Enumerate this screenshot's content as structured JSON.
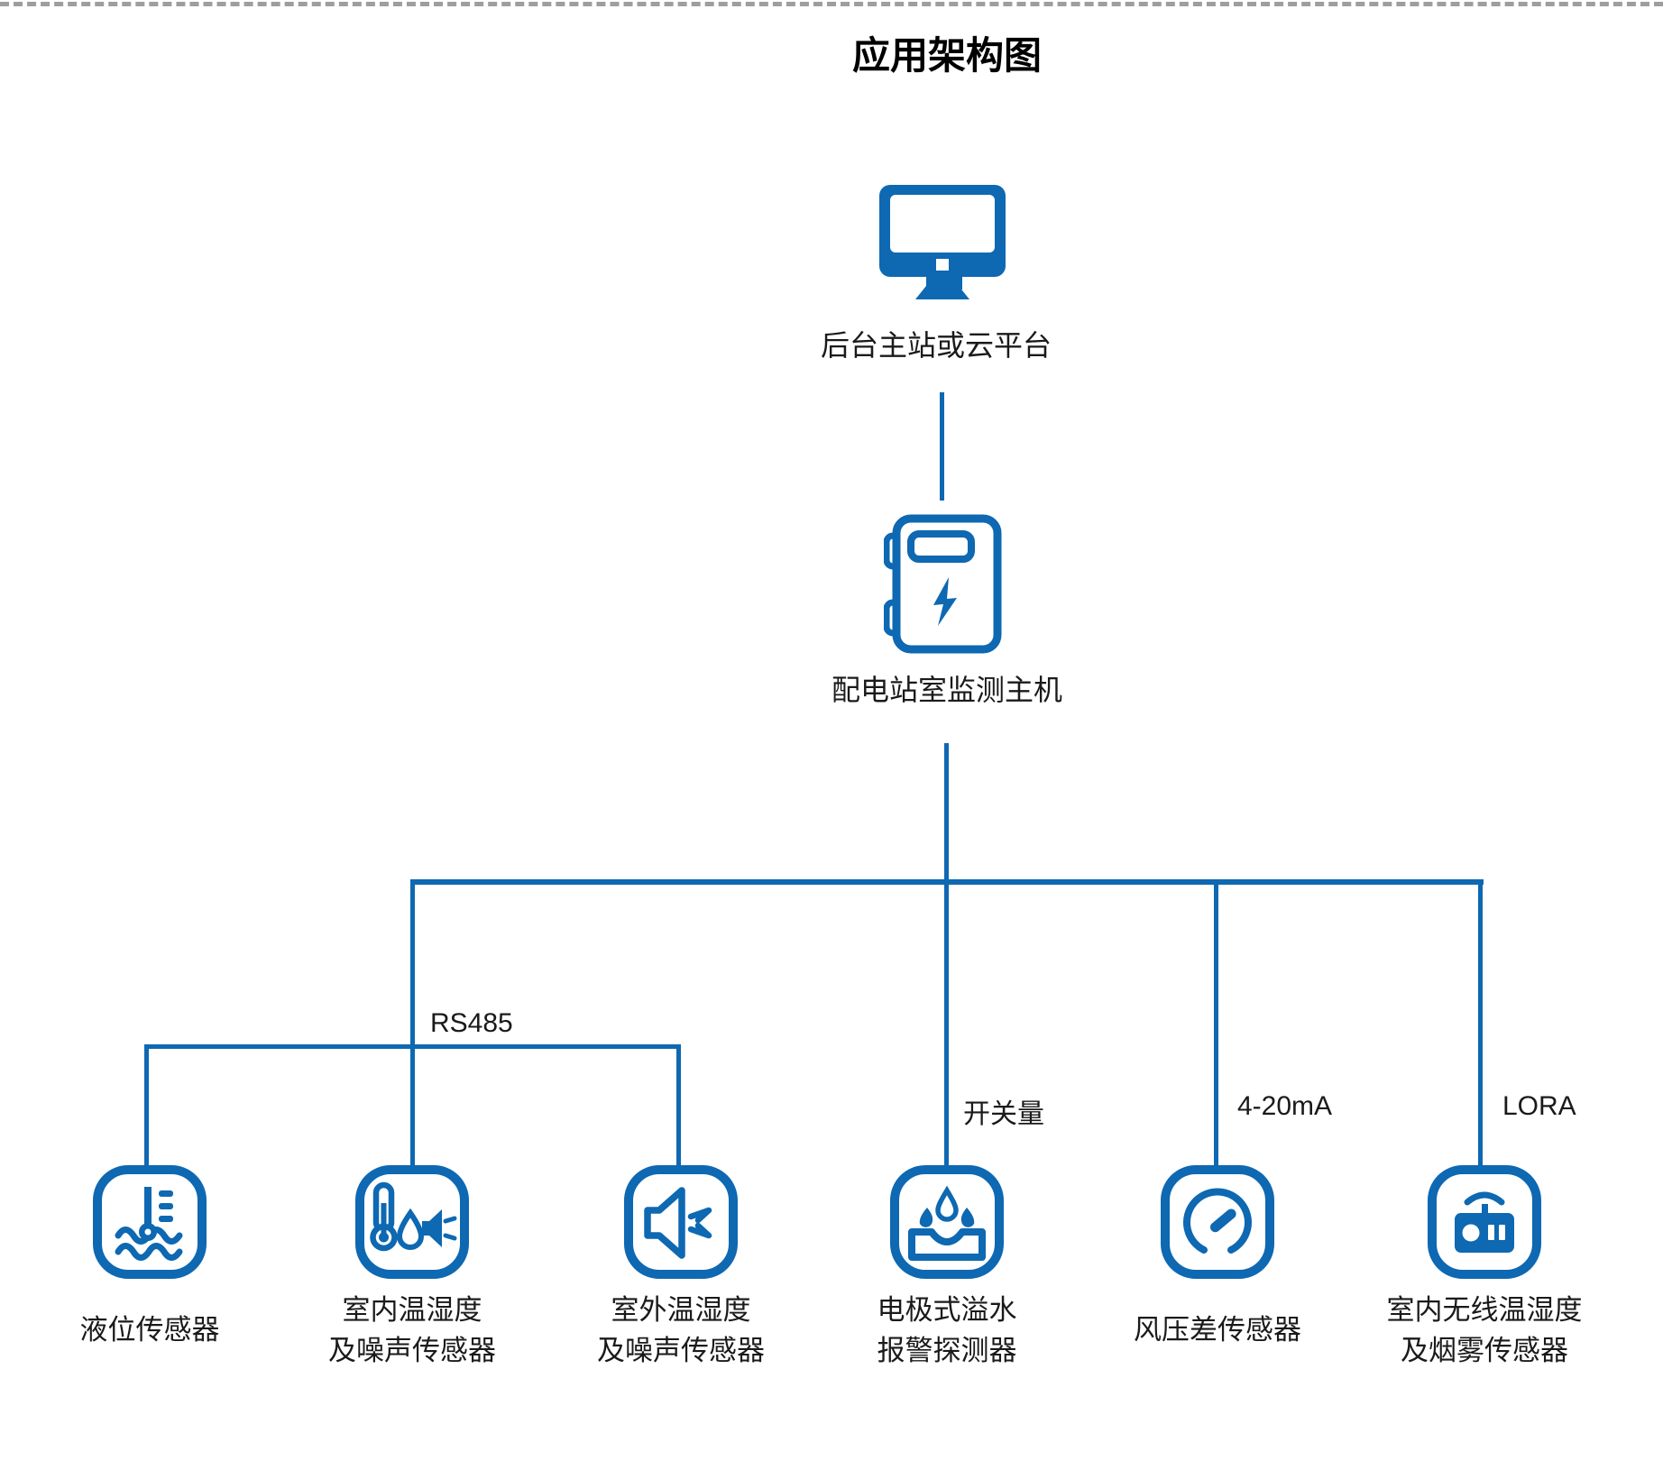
{
  "page": {
    "title": "应用架构图"
  },
  "colors": {
    "accent_blue": "#0E68B2",
    "text_black": "#1A1A1A",
    "dashed_border_gray": "#9E9E9E"
  },
  "diagram": {
    "platform": {
      "label": "后台主站或云平台",
      "icon": "monitor-icon"
    },
    "host": {
      "label": "配电站室监测主机",
      "icon": "distribution-box-icon"
    },
    "bus_labels": {
      "rs485": "RS485",
      "switch_signal": "开关量",
      "analog_4_20ma": "4-20mA",
      "lora": "LORA"
    },
    "sensors": [
      {
        "icon": "liquid-level-sensor-icon",
        "label_line1": "液位传感器",
        "label_line2": ""
      },
      {
        "icon": "indoor-temp-humidity-noise-sensor-icon",
        "label_line1": "室内温湿度",
        "label_line2": "及噪声传感器"
      },
      {
        "icon": "outdoor-temp-humidity-noise-sensor-icon",
        "label_line1": "室外温湿度",
        "label_line2": "及噪声传感器"
      },
      {
        "icon": "electrode-overflow-alarm-detector-icon",
        "label_line1": "电极式溢水",
        "label_line2": "报警探测器"
      },
      {
        "icon": "wind-pressure-difference-sensor-icon",
        "label_line1": "风压差传感器",
        "label_line2": ""
      },
      {
        "icon": "indoor-wireless-temp-humidity-smoke-sensor-icon",
        "label_line1": "室内无线温湿度",
        "label_line2": "及烟雾传感器"
      }
    ]
  }
}
